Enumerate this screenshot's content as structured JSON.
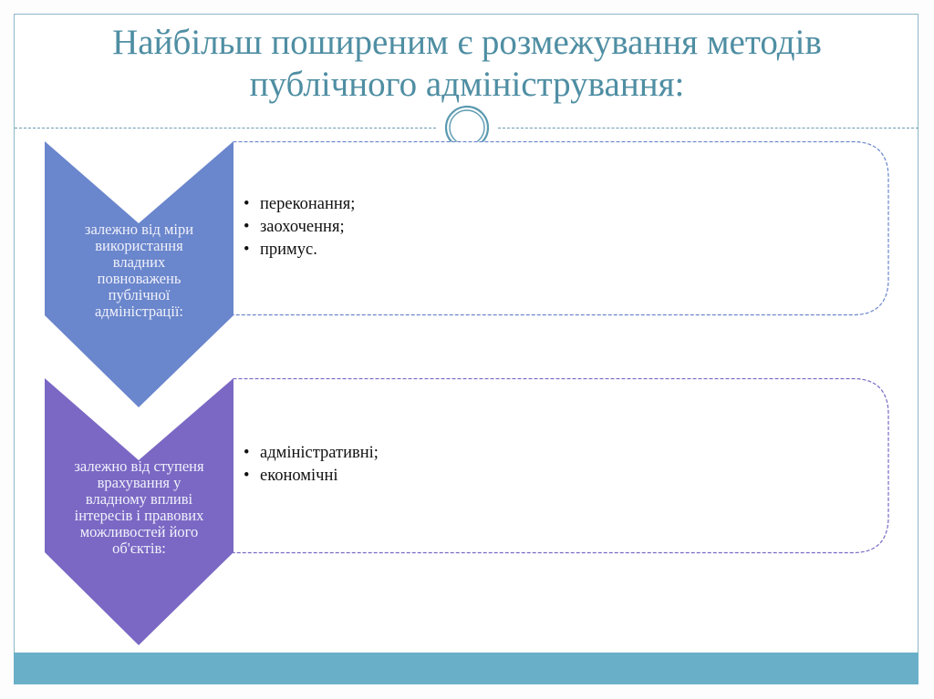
{
  "slide": {
    "title_line1": "Найбільш поширеним є розмежування методів",
    "title_line2": "публічного адміністрування:",
    "colors": {
      "title": "#4f8ea3",
      "frame": "#8fb8c8",
      "band": "#6aafc8",
      "chevron_1": "#6a86cc",
      "chevron_2": "#7b68c4",
      "box_border_1": "#6a86cc",
      "box_border_2": "#7b68c4"
    }
  },
  "rows": [
    {
      "label_lines": [
        "залежно від міри",
        "використання",
        "владних",
        "повноважень",
        "публічної",
        "адміністрації:"
      ],
      "bullet_char": "•",
      "items": [
        "переконання;",
        "заохочення;",
        "примус."
      ]
    },
    {
      "label_lines": [
        "залежно від ступеня",
        "врахування у",
        "владному впливі",
        "інтересів і правових",
        "можливостей його",
        "об'єктів:"
      ],
      "bullet_char": "•",
      "items": [
        "адміністративні;",
        "економічні"
      ]
    }
  ]
}
